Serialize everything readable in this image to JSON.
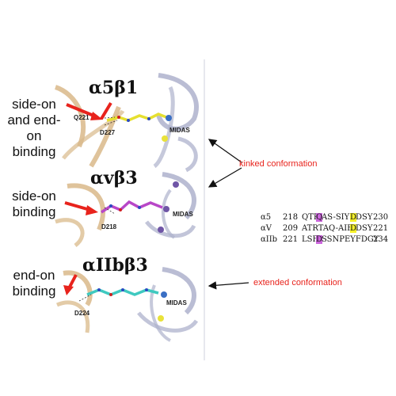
{
  "panels": [
    {
      "title": "α5β1",
      "label": "side-on\nand end-on\nbinding",
      "residues": [
        "Q221",
        "D227"
      ],
      "site": "MIDAS"
    },
    {
      "title": "αvβ3",
      "label": "side-on\nbinding",
      "residues": [
        "D218"
      ],
      "site": "MIDAS"
    },
    {
      "title": "αIIbβ3",
      "label": "end-on\nbinding",
      "residues": [
        "D224"
      ],
      "site": "MIDAS"
    }
  ],
  "annotations": {
    "kinked": "kinked conformation",
    "extended": "extended conformation"
  },
  "alignment": [
    {
      "name": "α5",
      "start": "218",
      "pre": "QTR",
      "hl1": "Q",
      "mid": "AS-SIY",
      "hl2": "D",
      "post": "DSY",
      "end": "230",
      "hl1_color": "purple",
      "hl2_color": "yellow"
    },
    {
      "name": "αV",
      "start": "209",
      "pre": "ATRTAQ-AIF",
      "hl1": "",
      "mid": "",
      "hl2": "D",
      "post": "DSY",
      "end": "221",
      "hl1_color": "",
      "hl2_color": "yellow"
    },
    {
      "name": "αIIb",
      "start": "221",
      "pre": "LSF",
      "hl1": "D",
      "mid": "SSNPEYFDGY",
      "hl2": "",
      "post": "",
      "end": "234",
      "hl1_color": "purple",
      "hl2_color": ""
    }
  ],
  "colors": {
    "ligand_a5b1": "#e6e030",
    "ligand_avb3": "#b847c8",
    "ligand_aiibb3": "#3fc9c0",
    "alpha_ribbon": "#d9b98a",
    "beta_ribbon": "#aeb2cc",
    "arrow_red": "#e8231c",
    "metal_blue": "#3a6fc4",
    "metal_yellow": "#e9e23a",
    "metal_purple": "#6f55a6"
  }
}
